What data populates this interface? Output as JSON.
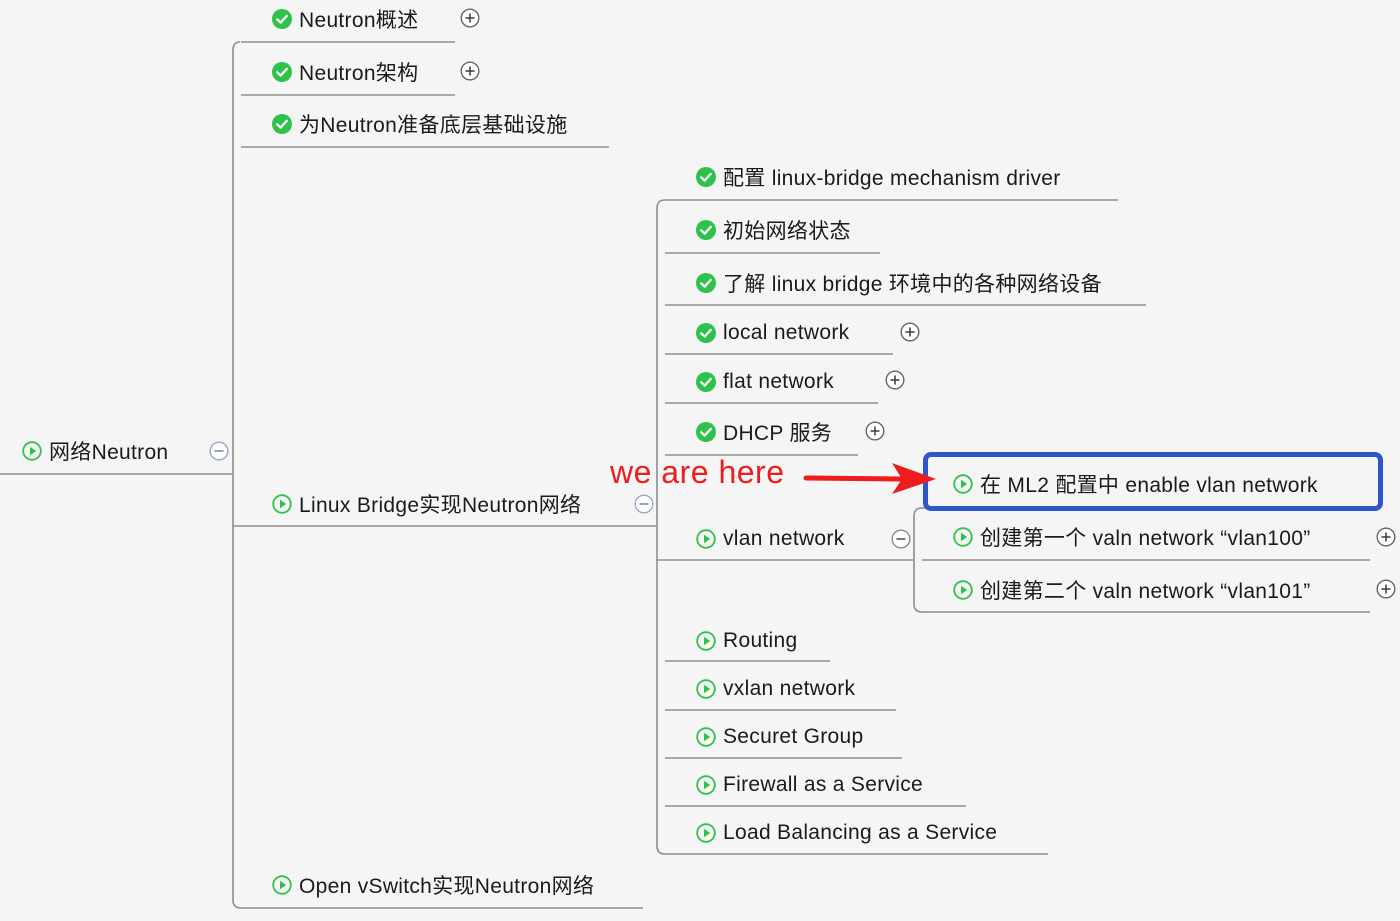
{
  "root": {
    "label": "网络Neutron",
    "icon": "play-circle-icon",
    "toggle": "collapse-icon"
  },
  "branches": [
    {
      "label": "Neutron概述",
      "icon": "check-circle-icon",
      "toggle": "expand-icon"
    },
    {
      "label": "Neutron架构",
      "icon": "check-circle-icon",
      "toggle": "expand-icon"
    },
    {
      "label": "为Neutron准备底层基础设施",
      "icon": "check-circle-icon"
    },
    {
      "label": "Linux Bridge实现Neutron网络",
      "icon": "play-circle-icon",
      "toggle": "collapse-icon"
    },
    {
      "label": "Open vSwitch实现Neutron网络",
      "icon": "play-circle-icon"
    }
  ],
  "linux_bridge_children": [
    {
      "label": "配置 linux-bridge mechanism driver",
      "icon": "check-circle-icon"
    },
    {
      "label": "初始网络状态",
      "icon": "check-circle-icon"
    },
    {
      "label": "了解 linux bridge 环境中的各种网络设备",
      "icon": "check-circle-icon"
    },
    {
      "label": "local network",
      "icon": "check-circle-icon",
      "toggle": "expand-icon"
    },
    {
      "label": "flat network",
      "icon": "check-circle-icon",
      "toggle": "expand-icon"
    },
    {
      "label": "DHCP 服务",
      "icon": "check-circle-icon",
      "toggle": "expand-icon"
    },
    {
      "label": "vlan network",
      "icon": "play-circle-icon",
      "toggle": "collapse-icon"
    },
    {
      "label": "Routing",
      "icon": "play-circle-icon"
    },
    {
      "label": "vxlan network",
      "icon": "play-circle-icon"
    },
    {
      "label": "Securet Group",
      "icon": "play-circle-icon"
    },
    {
      "label": "Firewall as a Service",
      "icon": "play-circle-icon"
    },
    {
      "label": "Load Balancing as a Service",
      "icon": "play-circle-icon"
    }
  ],
  "vlan_children": [
    {
      "label": "在 ML2 配置中 enable vlan network",
      "icon": "play-circle-icon"
    },
    {
      "label": "创建第一个 valn network “vlan100”",
      "icon": "play-circle-icon",
      "toggle": "expand-icon"
    },
    {
      "label": "创建第二个 valn network “vlan101”",
      "icon": "play-circle-icon",
      "toggle": "expand-icon"
    }
  ],
  "annotation": {
    "text": "we are here",
    "color": "#ee1c1c",
    "highlight_color": "#2f55c9"
  },
  "colors": {
    "background": "#f5f5f5",
    "done": "#2fc24a",
    "in_progress": "#2fc24a",
    "connector": "#8e8e8e"
  }
}
